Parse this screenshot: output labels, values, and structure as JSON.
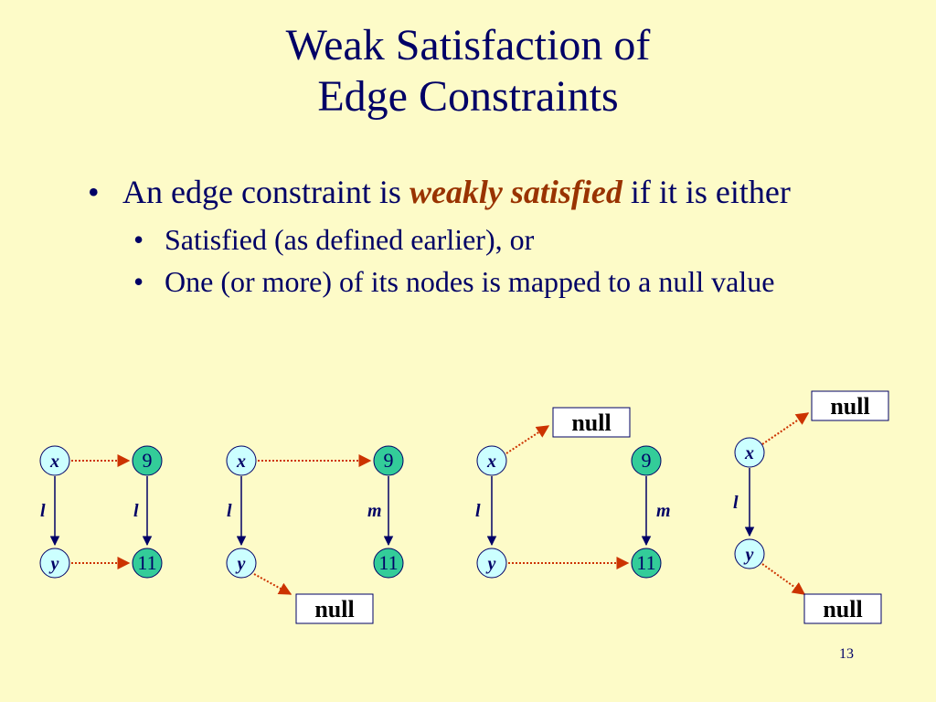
{
  "slide": {
    "title_line1": "Weak Satisfaction of",
    "title_line2": "Edge Constraints",
    "page_number": "13"
  },
  "bullets": {
    "main_prefix": "An edge constraint is ",
    "main_emphasis": "weakly satisfied",
    "main_suffix": " if it is either",
    "sub": [
      "Satisfied (as defined earlier), or",
      "One (or more) of its nodes is mapped to a null value"
    ]
  },
  "diagrams": [
    {
      "x_var": "x",
      "y_var": "y",
      "edge_left": "l",
      "edge_right": "l",
      "top_value": "9",
      "bottom_value": "11"
    },
    {
      "x_var": "x",
      "y_var": "y",
      "edge_left": "l",
      "edge_right": "m",
      "top_value": "9",
      "bottom_value": "11",
      "null_label": "null"
    },
    {
      "x_var": "x",
      "y_var": "y",
      "edge_left": "l",
      "edge_right": "m",
      "top_value": "9",
      "bottom_value": "11",
      "null_label": "null"
    },
    {
      "x_var": "x",
      "y_var": "y",
      "edge_left": "l",
      "null_top": "null",
      "null_bottom": "null"
    }
  ],
  "colors": {
    "background": "#fdfbc8",
    "text": "#000066",
    "emphasis": "#993300",
    "variable_node": "#ccffff",
    "value_node": "#33cc99",
    "mapping_arrow": "#cc3300"
  }
}
